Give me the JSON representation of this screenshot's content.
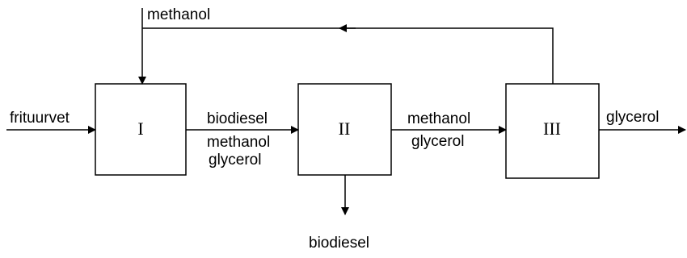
{
  "units": {
    "unit1": "I",
    "unit2": "II",
    "unit3": "III"
  },
  "streams": {
    "methanol_feed": "methanol",
    "frituurvet_in": "frituurvet",
    "stream_1_2": [
      "biodiesel",
      "methanol",
      "glycerol"
    ],
    "stream_2_3": [
      "methanol",
      "glycerol"
    ],
    "biodiesel_out": "biodiesel",
    "glycerol_out": "glycerol"
  }
}
